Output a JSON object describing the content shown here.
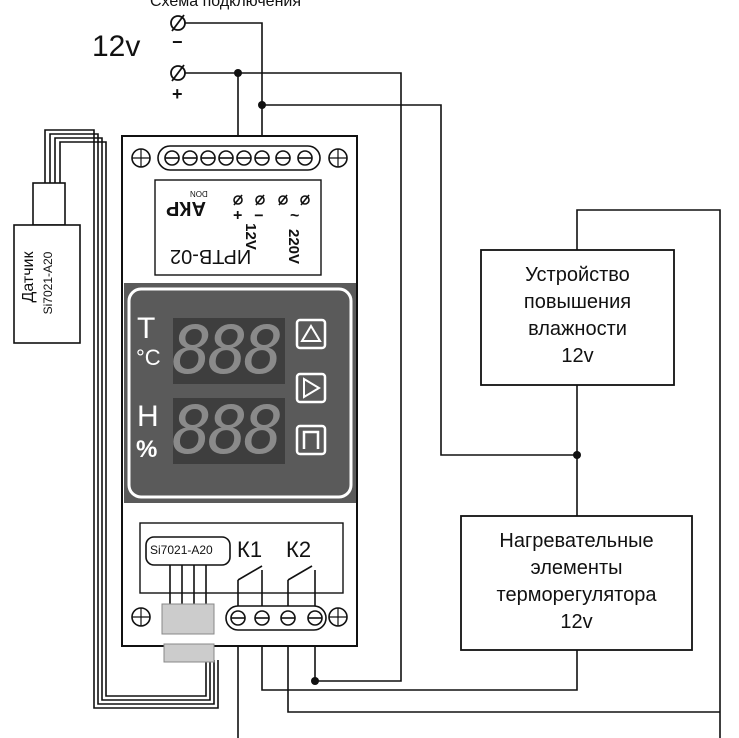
{
  "top_caption": "Схема подключения",
  "supply": {
    "voltage": "12v",
    "minus": "−",
    "plus": "+",
    "terminal_symbol": "⌀"
  },
  "controller": {
    "brand": "АКР",
    "brand_sup": "DON",
    "model": "ИРТВ-02",
    "terminal_signs": [
      "+",
      "−",
      "~"
    ],
    "power_12v": "12V",
    "power_220v": "220V",
    "display_top_digits": "888",
    "display_bottom_digits": "888",
    "label_T": "T",
    "label_C": "°C",
    "label_H": "H",
    "label_pct": "%",
    "btn_up": "△",
    "btn_right": "▷",
    "btn_p": "П",
    "sensor_socket": "Si7021-A20",
    "relay1": "К1",
    "relay2": "К2"
  },
  "sensor": {
    "title": "Датчик",
    "model": "Si7021-A20"
  },
  "humidifier": {
    "lines": [
      "Устройство",
      "повышения",
      "влажности",
      "12v"
    ]
  },
  "heater": {
    "lines": [
      "Нагревательные",
      "элементы",
      "терморегулятора",
      "12v"
    ]
  },
  "colors": {
    "line": "#1a1a1a",
    "display_bg": "#5a5a5a",
    "display_border": "#ffffff",
    "digit": "#8a8a8a",
    "relay_block": "#cccccc"
  }
}
